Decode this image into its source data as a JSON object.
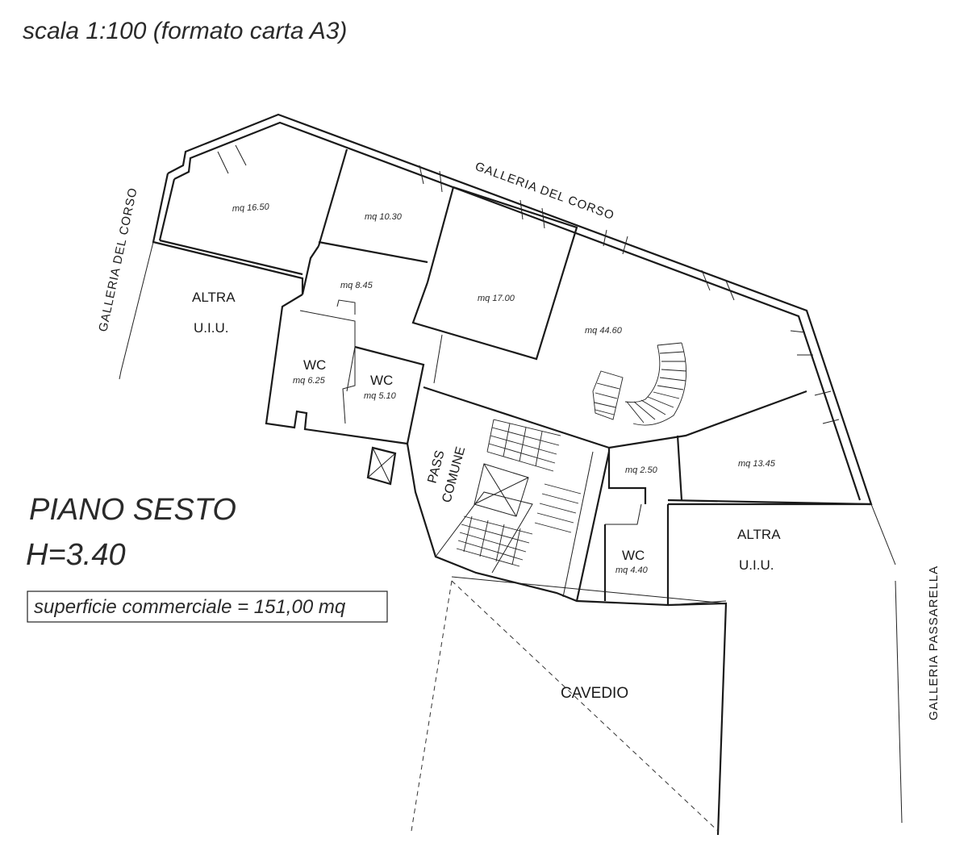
{
  "header": {
    "scale_note": "scala 1:100 (formato carta A3)"
  },
  "streets": {
    "galleria_corso_top": "GALLERIA DEL CORSO",
    "galleria_corso_left": "GALLERIA DEL CORSO",
    "galleria_passarella": "GALLERIA PASSARELLA"
  },
  "rooms": {
    "r1": "mq 16.50",
    "r2": "mq 10.30",
    "r3": "mq 8.45",
    "r4": "mq 17.00",
    "r5": "mq 44.60",
    "wc1_label": "WC",
    "wc1_area": "mq 6.25",
    "wc2_label": "WC",
    "wc2_area": "mq 5.10",
    "r6": "mq 2.50",
    "r7": "mq 13.45",
    "wc3_label": "WC",
    "wc3_area": "mq 4.40"
  },
  "other_units": {
    "left_line1": "ALTRA",
    "left_line2": "U.I.U.",
    "right_line1": "ALTRA",
    "right_line2": "U.I.U."
  },
  "common": {
    "pass_line1": "PASS",
    "pass_line2": "COMUNE",
    "cavedio": "CAVEDIO"
  },
  "floor": {
    "name": "PIANO SESTO",
    "height": "H=3.40",
    "surface": "superficie commerciale = 151,00 mq"
  }
}
